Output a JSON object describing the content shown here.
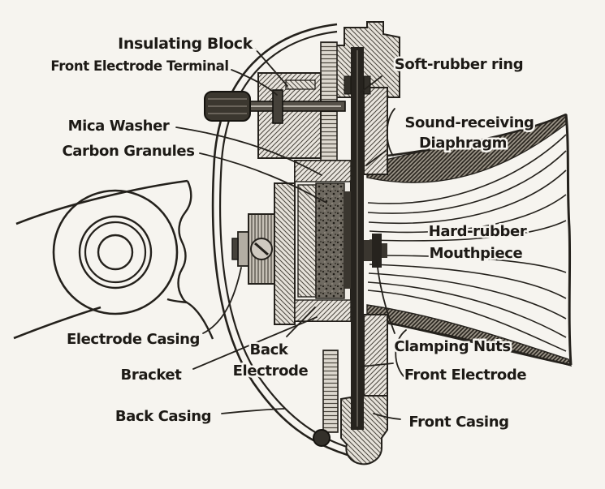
{
  "figure": {
    "kind": "cross-section technical illustration of a telephone transmitter",
    "labels": [
      {
        "id": "insulating-block",
        "text": "Insulating Block"
      },
      {
        "id": "front-electrode-terminal",
        "text": "Front Electrode Terminal"
      },
      {
        "id": "mica-washer",
        "text": "Mica Washer"
      },
      {
        "id": "carbon-granules",
        "text": "Carbon Granules"
      },
      {
        "id": "soft-rubber-ring",
        "text": "Soft-rubber ring"
      },
      {
        "id": "sound-receiving-diaphragm",
        "lines": [
          "Sound-receiving",
          "Diaphragm"
        ]
      },
      {
        "id": "hard-rubber-mouthpiece",
        "lines": [
          "Hard-rubber",
          "Mouthpiece"
        ]
      },
      {
        "id": "electrode-casing",
        "text": "Electrode Casing"
      },
      {
        "id": "bracket",
        "text": "Bracket"
      },
      {
        "id": "back-electrode",
        "lines": [
          "Back",
          "Electrode"
        ]
      },
      {
        "id": "back-casing",
        "text": "Back Casing"
      },
      {
        "id": "clamping-nuts",
        "text": "Clamping Nuts"
      },
      {
        "id": "front-electrode",
        "text": "Front Electrode"
      },
      {
        "id": "front-casing",
        "text": "Front Casing"
      }
    ],
    "colors": {
      "ink": "#24211c",
      "paper": "#f6f4ef",
      "dark_fill": "#2a2722",
      "wall_fill": "#8a847a"
    }
  }
}
